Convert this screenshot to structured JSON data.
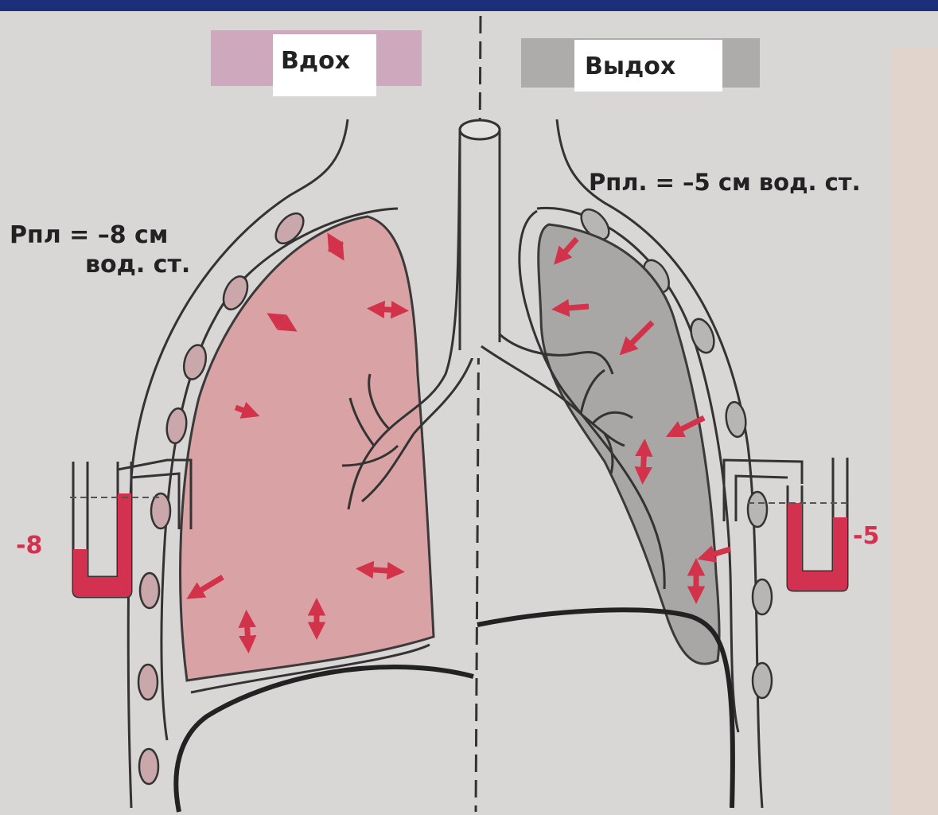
{
  "header_band_color": "#1c2f7a",
  "inhale": {
    "title": "Вдох",
    "pressure_line1": "Рпл = –8 см",
    "pressure_line2": "вод. ст.",
    "manometer_reading": "-8",
    "lung_color": "#d9a3a6"
  },
  "exhale": {
    "title": "Выдох",
    "pressure_line1": "Рпл. = –5 см вод. ст.",
    "manometer_reading": "-5",
    "lung_color": "#a9a7a5"
  },
  "colors": {
    "arrow": "#d2334a",
    "manometer_fluid": "#d23250",
    "rib": "#c9a7ab",
    "rib_exhale": "#b8b6b4",
    "outline": "#333333"
  },
  "icons": [
    "arrow-icon",
    "rib-icon",
    "manometer-icon"
  ]
}
